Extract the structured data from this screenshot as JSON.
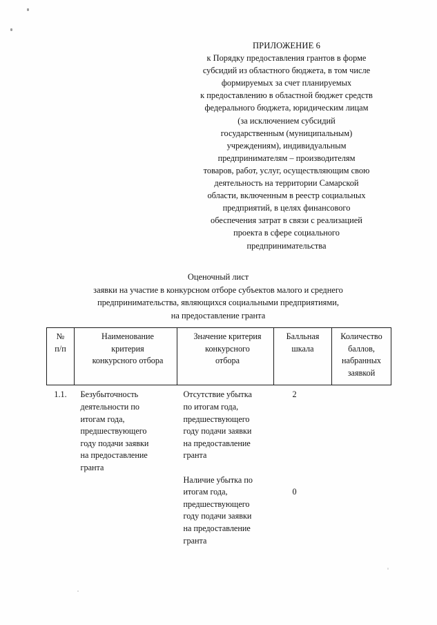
{
  "document": {
    "appendix": {
      "title": "ПРИЛОЖЕНИЕ 6",
      "lines": [
        "к Порядку предоставления грантов в форме",
        "субсидий из областного бюджета, в том числе",
        "формируемых за счет планируемых",
        "к предоставлению в областной бюджет средств",
        "федерального бюджета, юридическим лицам",
        "(за исключением субсидий",
        "государственным (муниципальным)",
        "учреждениям), индивидуальным",
        "предпринимателям – производителям",
        "товаров, работ, услуг, осуществляющим свою",
        "деятельность на территории Самарской",
        "области, включенным в реестр социальных",
        "предприятий, в целях финансового",
        "обеспечения затрат в связи с реализацией",
        "проекта в сфере социального",
        "предпринимательства"
      ]
    },
    "title": {
      "lines": [
        "Оценочный лист",
        "заявки на участие в конкурсном отборе субъектов малого и среднего",
        "предпринимательства, являющихся социальными предприятиями,",
        "на предоставление гранта"
      ]
    },
    "table": {
      "headers": {
        "num": [
          "№",
          "п/п"
        ],
        "criterion_name": [
          "Наименование",
          "критерия",
          "конкурсного отбора"
        ],
        "criterion_value": [
          "Значение критерия",
          "конкурсного",
          "отбора"
        ],
        "scale": [
          "Балльная",
          "шкала"
        ],
        "points": [
          "Количество",
          "баллов,",
          "набранных",
          "заявкой"
        ]
      },
      "rows": [
        {
          "num": "1.1.",
          "criterion_name": [
            "Безубыточность",
            "деятельности по",
            "итогам года,",
            "предшествующего",
            "году подачи заявки",
            "на предоставление",
            "гранта"
          ],
          "values": [
            {
              "text": [
                "Отсутствие убытка",
                "по итогам года,",
                "предшествующего",
                "году подачи заявки",
                "на предоставление",
                "гранта"
              ],
              "scale": "2",
              "points": ""
            },
            {
              "text": [
                "Наличие убытка по",
                "итогам года,",
                "предшествующего",
                "году подачи заявки",
                "на предоставление",
                "гранта"
              ],
              "scale": "0",
              "points": ""
            }
          ]
        }
      ]
    }
  },
  "colors": {
    "page_background": "#fefefe",
    "text": "#141414",
    "table_border": "#1a1a1a"
  }
}
